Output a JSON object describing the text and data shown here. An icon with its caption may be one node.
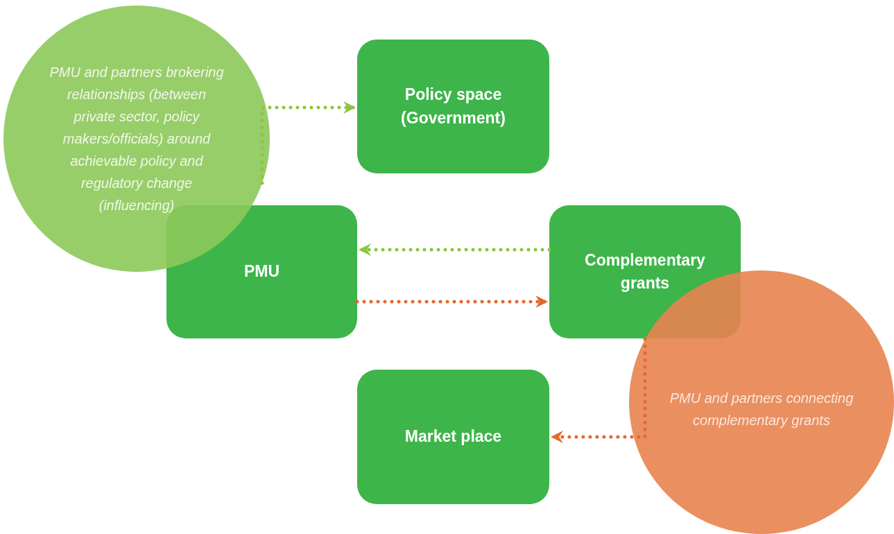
{
  "diagram": {
    "nodes": [
      {
        "text": [
          "PMU and partners brokering relationships (between private sector, policy makers/officials) around achievable policy and regulatory change (influencing)"
        ]
      },
      {
        "text": [
          "Policy space (Government)"
        ]
      },
      {
        "text": [
          "PMU"
        ]
      },
      {
        "text": [
          "Complementary grants"
        ]
      },
      {
        "text": [
          "PMU and partners connecting complementary grants"
        ]
      },
      {
        "text": [
          "Market place"
        ]
      }
    ],
    "edges": [
      {
        "from": 3,
        "to": 2,
        "arrow": "to",
        "style": "dashed",
        "color": "#8cc63f"
      },
      {
        "from": 0,
        "to": 1,
        "arrow": "to",
        "style": "dashed",
        "color": "#8cc63f"
      },
      {
        "from": 2,
        "to": 3,
        "arrow": "to",
        "style": "dashed",
        "color": "#e2692f"
      },
      {
        "from": 4,
        "to": 5,
        "arrow": "to",
        "style": "dashed",
        "color": "#e2692f"
      }
    ]
  }
}
